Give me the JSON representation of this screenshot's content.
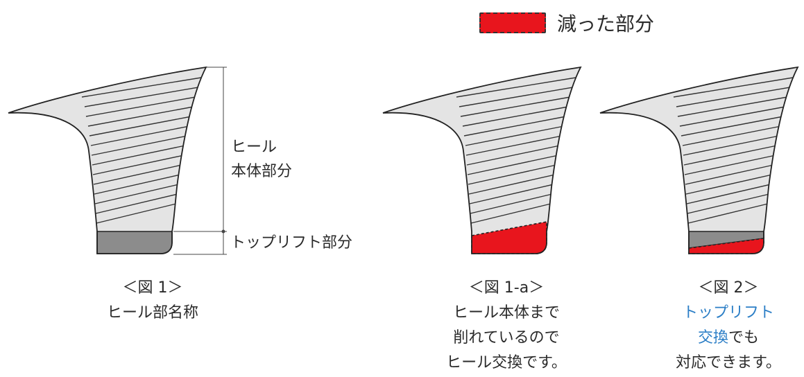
{
  "legend": {
    "label": "減った部分",
    "color": "#e8151d"
  },
  "labels": {
    "heel_body_line1": "ヒール",
    "heel_body_line2": "本体部分",
    "top_lift": "トップリフト部分"
  },
  "figures": [
    {
      "caption_title": "＜図 1＞",
      "caption_lines": [
        "ヒール部名称"
      ]
    },
    {
      "caption_title": "＜図 1-a＞",
      "caption_lines": [
        "ヒール本体まで",
        "削れているので",
        "ヒール交換です。"
      ]
    },
    {
      "caption_title": "＜図 2＞",
      "caption_highlight_1": "トップリフト",
      "caption_highlight_2": "交換",
      "caption_suffix": "でも",
      "caption_line_3": "対応できます。"
    }
  ],
  "colors": {
    "heel_fill": "#e4e4e4",
    "top_lift_fill": "#8c8c8c",
    "worn_fill": "#e8151d",
    "highlight_text": "#2b7ec6"
  }
}
